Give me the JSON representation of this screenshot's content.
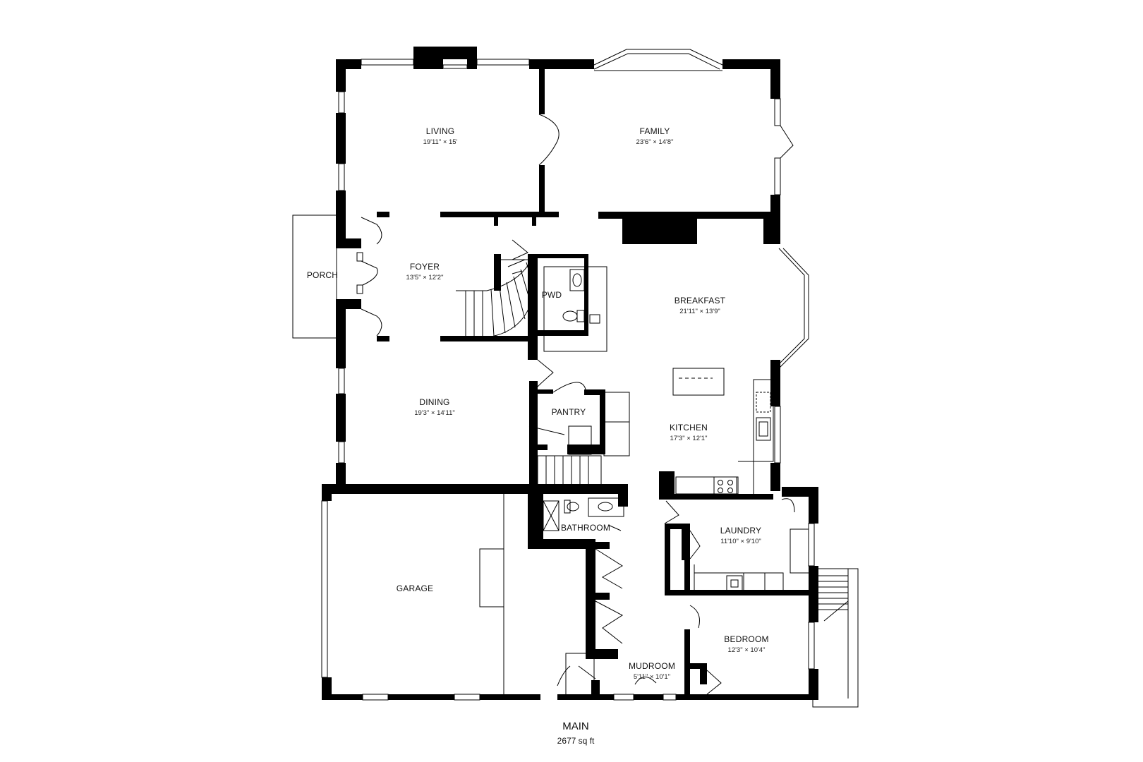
{
  "rooms": {
    "living": {
      "name": "LIVING",
      "dims": "19'11\" × 15'"
    },
    "family": {
      "name": "FAMILY",
      "dims": "23'6\" × 14'8\""
    },
    "foyer": {
      "name": "FOYER",
      "dims": "13'5\" × 12'2\""
    },
    "porch": {
      "name": "PORCH"
    },
    "pwd": {
      "name": "PWD"
    },
    "breakfast": {
      "name": "BREAKFAST",
      "dims": "21'11\" × 13'9\""
    },
    "dining": {
      "name": "DINING",
      "dims": "19'3\" × 14'11\""
    },
    "pantry": {
      "name": "PANTRY"
    },
    "kitchen": {
      "name": "KITCHEN",
      "dims": "17'3\" × 12'1\""
    },
    "bathroom": {
      "name": "BATHROOM"
    },
    "laundry": {
      "name": "LAUNDRY",
      "dims": "11'10\" × 9'10\""
    },
    "garage": {
      "name": "GARAGE"
    },
    "bedroom": {
      "name": "BEDROOM",
      "dims": "12'3\" × 10'4\""
    },
    "mudroom": {
      "name": "MUDROOM",
      "dims": "5'11\" × 10'1\""
    }
  },
  "floor": {
    "name": "MAIN",
    "area": "2677 sq ft"
  }
}
